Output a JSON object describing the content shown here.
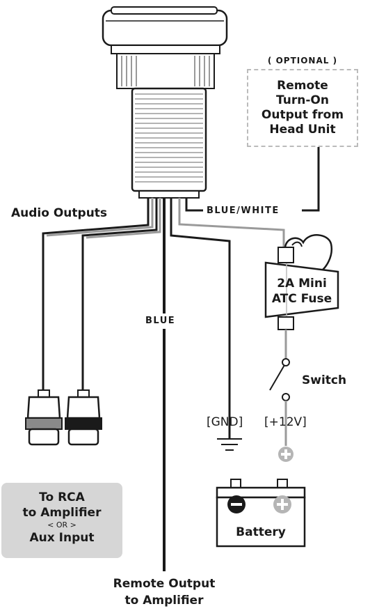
{
  "labels": {
    "audio_outputs": "Audio Outputs",
    "blue_white": "BLUE/WHITE",
    "blue": "BLUE",
    "optional": "( OPTIONAL )",
    "remote_turn_on": [
      "Remote",
      "Turn-On",
      "Output from",
      "Head Unit"
    ],
    "fuse": [
      "2A Mini",
      "ATC Fuse"
    ],
    "switch": "Switch",
    "gnd": "[GND]",
    "plus12v": "[+12V]",
    "battery": "Battery",
    "rca_box": [
      "To RCA",
      "to Amplifier",
      "< OR >",
      "Aux Input"
    ],
    "remote_output": [
      "Remote Output",
      "to Amplifier"
    ]
  },
  "colors": {
    "wire_dark": "#1a1a1a",
    "wire_gray": "#9a9a9a",
    "gray_plug_band": "#8a8a8a",
    "black_plug_band": "#1a1a1a",
    "battery_minus": "#1a1a1a",
    "battery_plus": "#b5b5b5",
    "rca_box_bg": "#d6d6d6",
    "callout_border": "#bbbbbb"
  },
  "icons": {
    "ground": "ground-symbol-icon",
    "plus": "plus-circle-icon",
    "minus": "minus-circle-icon"
  }
}
